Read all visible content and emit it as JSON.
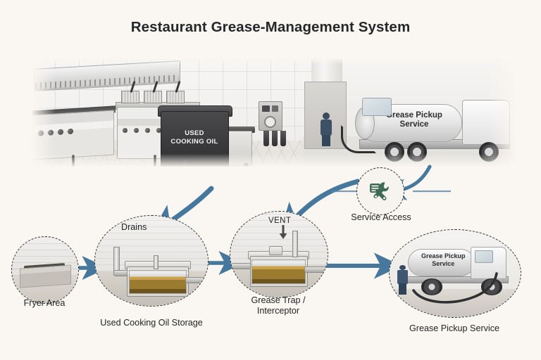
{
  "page": {
    "title": "Restaurant Grease-Management System",
    "background_color": "#faf6f1",
    "accent_arrow_color": "#45789c",
    "icon_green": "#3f6b54",
    "text_color": "#232528"
  },
  "scene": {
    "name": "restaurant-kitchen-and-loading-dock-illustration",
    "oil_bin_label_line1": "USED",
    "oil_bin_label_line2": "COOKING OIL",
    "truck_label_line1": "Grease Pickup",
    "truck_label_line2": "Service"
  },
  "insets": [
    {
      "id": "fryer-area",
      "label": "Fryer Area",
      "label_lines": [
        "Fryer Area"
      ]
    },
    {
      "id": "used-cooking-oil-storage",
      "label": "Used Cooking Oil Storage",
      "label_lines": [
        "Used Cooking Oil Storage"
      ],
      "callout": "Drains"
    },
    {
      "id": "grease-trap-interceptor",
      "label": "Grease Trap / Interceptor",
      "label_lines": [
        "Grease Trap /",
        "Interceptor"
      ],
      "callout": "VENT"
    },
    {
      "id": "grease-pickup-service",
      "label": "Grease Pickup Service",
      "label_lines": [
        "Grease Pickup Service"
      ],
      "truck_label_line1": "Grease Pickup",
      "truck_label_line2": "Service"
    }
  ],
  "service_access": {
    "label": "Service Access",
    "icon": "wrench-tools-icon"
  },
  "flow_arrows": [
    {
      "from": "fryer-area",
      "to": "used-cooking-oil-storage"
    },
    {
      "from": "kitchen-drains",
      "to": "used-cooking-oil-storage"
    },
    {
      "from": "used-cooking-oil-storage",
      "to": "grease-trap-interceptor"
    },
    {
      "from": "service-access",
      "to": "grease-trap-vent"
    },
    {
      "from": "grease-pickup-truck",
      "to": "service-access"
    },
    {
      "from": "grease-trap-interceptor",
      "to": "grease-pickup-service"
    }
  ]
}
